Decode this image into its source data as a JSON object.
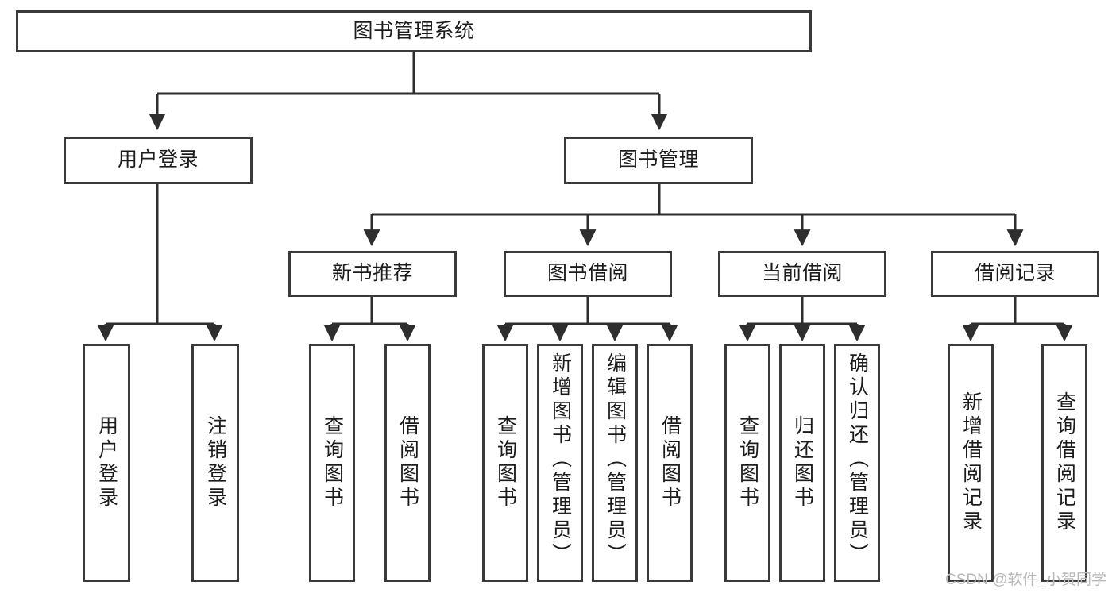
{
  "diagram": {
    "type": "tree-hierarchy",
    "title": "图书管理系统",
    "colors": {
      "box_border": "#3a3a3a",
      "box_fill": "#ffffff",
      "edge": "#2e2e2e",
      "text": "#1c1c1c",
      "watermark": "#b9b9b9"
    },
    "nodes": {
      "root": {
        "label": "图书管理系统"
      },
      "level2": [
        {
          "id": "user-login",
          "label": "用户登录"
        },
        {
          "id": "book-manage",
          "label": "图书管理"
        }
      ],
      "level3": [
        {
          "id": "new-book-rec",
          "label": "新书推荐"
        },
        {
          "id": "book-borrow",
          "label": "图书借阅"
        },
        {
          "id": "current-borrow",
          "label": "当前借阅"
        },
        {
          "id": "borrow-record",
          "label": "借阅记录"
        }
      ],
      "leaves": {
        "user_login": [
          {
            "id": "leaf-user-login",
            "label": "用户登录"
          },
          {
            "id": "leaf-logout",
            "label": "注销登录"
          }
        ],
        "new_book_rec": [
          {
            "id": "leaf-query-book-1",
            "label": "查询图书"
          },
          {
            "id": "leaf-borrow-book-1",
            "label": "借阅图书"
          }
        ],
        "book_borrow": [
          {
            "id": "leaf-query-book-2",
            "label": "查询图书"
          },
          {
            "id": "leaf-add-book",
            "label": "新增图书（管理员）"
          },
          {
            "id": "leaf-edit-book",
            "label": "编辑图书（管理员）"
          },
          {
            "id": "leaf-borrow-book-2",
            "label": "借阅图书"
          }
        ],
        "current_borrow": [
          {
            "id": "leaf-query-book-3",
            "label": "查询图书"
          },
          {
            "id": "leaf-return-book",
            "label": "归还图书"
          },
          {
            "id": "leaf-confirm-return",
            "label": "确认归还（管理员）"
          }
        ],
        "borrow_record": [
          {
            "id": "leaf-add-record",
            "label": "新增借阅记录"
          },
          {
            "id": "leaf-query-record",
            "label": "查询借阅记录"
          }
        ]
      }
    }
  },
  "watermark": {
    "text": "CSDN @软件_小贺同学"
  }
}
